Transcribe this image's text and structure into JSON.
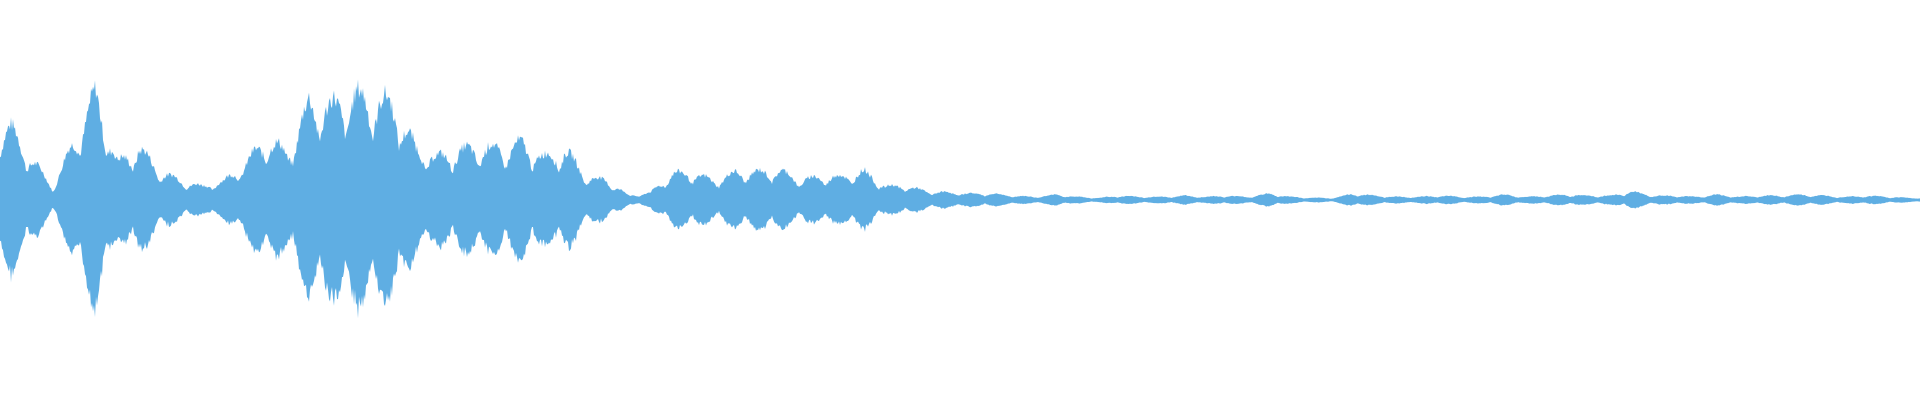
{
  "waveform": {
    "color": "#5faee3",
    "background": "#ffffff",
    "amplitude_envelope": [
      0.68,
      0.38,
      0.12,
      0.58,
      1.0,
      0.35,
      0.5,
      0.27,
      0.18,
      0.13,
      0.18,
      0.34,
      0.58,
      0.44,
      0.92,
      0.88,
      0.98,
      0.95,
      0.9,
      0.48,
      0.4,
      0.46,
      0.5,
      0.48,
      0.53,
      0.4,
      0.47,
      0.22,
      0.18,
      0.04,
      0.07,
      0.25,
      0.25,
      0.18,
      0.26,
      0.26,
      0.28,
      0.19,
      0.22,
      0.22,
      0.27,
      0.13,
      0.13,
      0.08,
      0.07,
      0.06,
      0.06,
      0.04,
      0.03,
      0.05,
      0.03,
      0.02,
      0.04,
      0.03,
      0.03,
      0.04,
      0.03,
      0.04,
      0.03,
      0.06,
      0.03,
      0.02,
      0.02,
      0.06,
      0.04,
      0.03,
      0.03,
      0.04,
      0.03,
      0.03,
      0.05,
      0.03,
      0.04,
      0.05,
      0.04,
      0.04,
      0.08,
      0.04,
      0.04,
      0.03,
      0.05,
      0.03,
      0.04,
      0.04,
      0.05,
      0.04,
      0.03,
      0.04,
      0.03,
      0.02
    ]
  }
}
